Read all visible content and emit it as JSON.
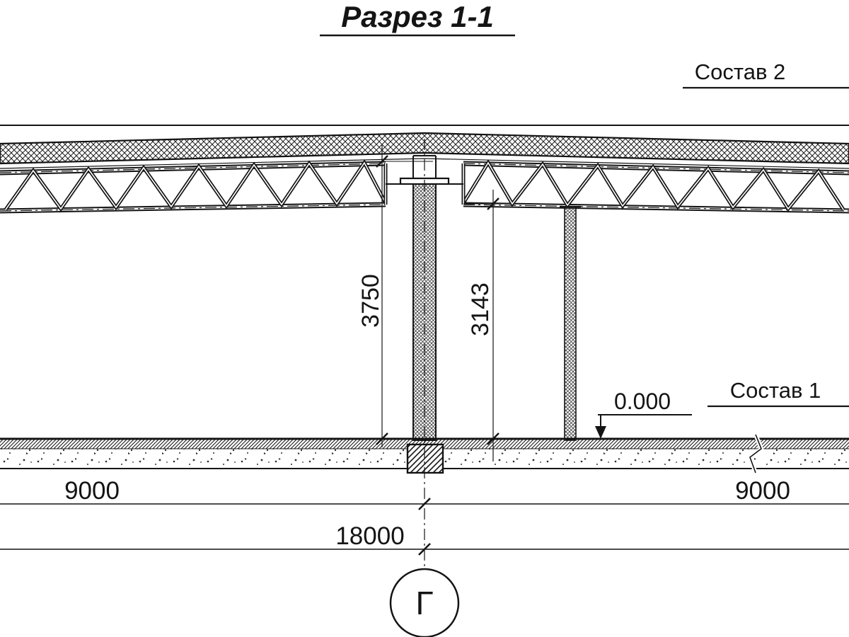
{
  "drawing": {
    "title": "Разрез 1-1",
    "callout_roof": "Состав 2",
    "callout_floor": "Состав 1",
    "elevation": "0.000",
    "dim_height_total": "3750",
    "dim_height_clear": "3143",
    "dim_span_left": "9000",
    "dim_span_right": "9000",
    "dim_span_total": "18000",
    "axis_label": "Г"
  }
}
